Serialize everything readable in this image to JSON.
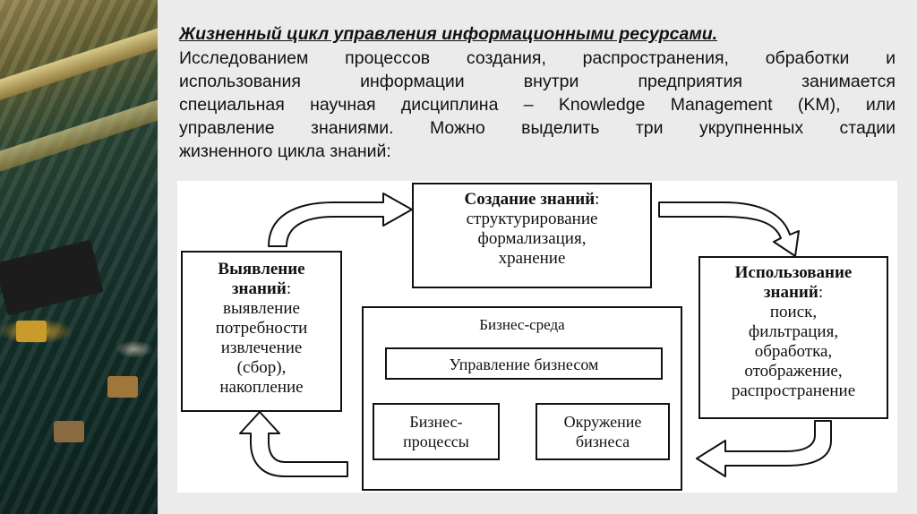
{
  "heading": "Жизненный цикл управления информационными ресурсами.",
  "paragraph_lines": [
    "Исследованием процессов создания, распространения, обработки и",
    "использования информации внутри предприятия занимается",
    "специальная научная дисциплина – Knowledge Management (KM), или",
    "управление знаниями. Можно выделить три укрупненных стадии",
    "жизненного цикла знаний:"
  ],
  "diagram": {
    "creation": {
      "title": "Создание знаний",
      "lines": [
        "структурирование",
        "формализация,",
        "хранение"
      ]
    },
    "identification": {
      "title_1": "Выявление",
      "title_2": "знаний",
      "lines": [
        "выявление",
        "потребности",
        "извлечение",
        "(сбор),",
        "накопление"
      ]
    },
    "usage": {
      "title_1": "Использование",
      "title_2": "знаний",
      "lines": [
        "поиск,",
        "фильтрация,",
        "обработка,",
        "отображение,",
        "распространение"
      ]
    },
    "business_env": {
      "label": "Бизнес-среда",
      "management": "Управление бизнесом",
      "processes_1": "Бизнес-",
      "processes_2": "процессы",
      "surroundings_1": "Окружение",
      "surroundings_2": "бизнеса"
    }
  }
}
